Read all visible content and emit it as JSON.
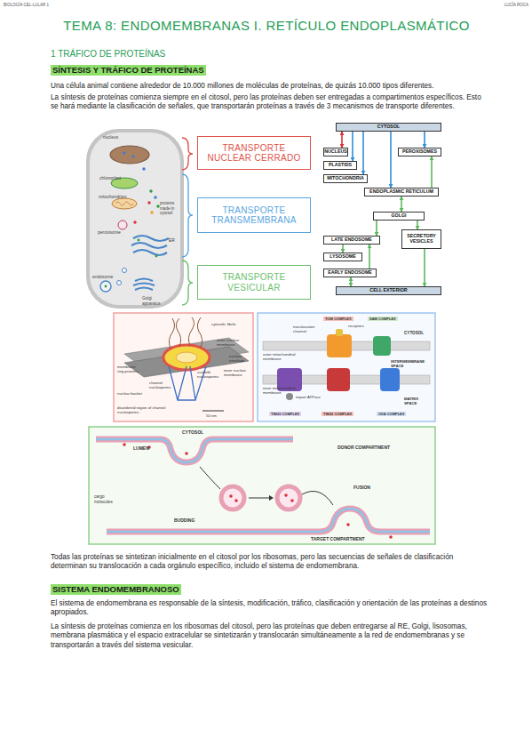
{
  "diagram": {
    "title": "TEMA 8: ENDOMEMBRANAS I. RETÍCULO ENDOPLASMÁTICO",
    "nodes": [
      {
        "text": [
          "TRANSPORTE NUCLEAR CERRADO"
        ]
      },
      {
        "text": [
          "TRANSPORTE TRANSMEMBRANA"
        ]
      },
      {
        "text": [
          "TRANSPORTE VESICULAR"
        ]
      },
      {
        "text": [
          "CYTOSOL"
        ]
      },
      {
        "text": [
          "NUCLEUS"
        ]
      },
      {
        "text": [
          "PEROXISOMES"
        ]
      },
      {
        "text": [
          "PLASTIDS"
        ]
      },
      {
        "text": [
          "MITOCHONDRIA"
        ]
      },
      {
        "text": [
          "ENDOPLASMIC RETICULUM"
        ]
      },
      {
        "text": [
          "GOLGI"
        ]
      },
      {
        "text": [
          "LATE ENDOSOME"
        ]
      },
      {
        "text": [
          "SECRETORY VESICLES"
        ]
      },
      {
        "text": [
          "LYSOSOME"
        ]
      },
      {
        "text": [
          "EARLY ENDOSOME"
        ]
      },
      {
        "text": [
          "CELL EXTERIOR"
        ]
      }
    ],
    "edges": [
      {
        "from": 3,
        "to": 4,
        "arrow": "both"
      },
      {
        "from": 3,
        "to": 6,
        "arrow": "to"
      },
      {
        "from": 3,
        "to": 7,
        "arrow": "to"
      },
      {
        "from": 3,
        "to": 5,
        "arrow": "to"
      },
      {
        "from": 3,
        "to": 8,
        "arrow": "to"
      },
      {
        "from": 8,
        "to": 9,
        "arrow": "both"
      },
      {
        "from": 9,
        "to": 10,
        "arrow": "to"
      },
      {
        "from": 9,
        "to": 11,
        "arrow": "to"
      },
      {
        "from": 10,
        "to": 12,
        "arrow": "to"
      },
      {
        "from": 13,
        "to": 10,
        "arrow": "to"
      },
      {
        "from": 14,
        "to": 13,
        "arrow": "both"
      },
      {
        "from": 11,
        "to": 14,
        "arrow": "to"
      },
      {
        "from": 8,
        "to": 5,
        "arrow": "to"
      }
    ],
    "labels": [
      "BIOLOGÍA CEL-LULAR 1",
      "LUCÍA ROCA",
      "1 TRÁFICO DE PROTEÍNAS",
      "SÍNTESIS Y TRÁFICO DE PROTEÍNAS",
      "Una célula animal contiene alrededor de 10.000 millones de moléculas de proteínas, de quizás 10.000 tipos diferentes.",
      "La síntesis de proteínas comienza siempre en el citosol, pero las proteínas deben ser entregadas a compartimentos específicos. Esto se hará mediante la clasificación de señales, que transportarán proteínas a través de 3 mecanismos de transporte diferentes.",
      "nucleus",
      "chloroplast",
      "mitochondrion",
      "proteins made in cytosol",
      "peroxisome",
      "ER",
      "endosome",
      "Golgi apparatus",
      "cytosolic fibrils",
      "outer nuclear membrane",
      "nuclear envelope",
      "scaffold nucleoporins",
      "inner nuclear membrane",
      "membrane ring proteins",
      "nuclear basket",
      "channel nucleoporins",
      "disordered region of channel nucleoporins",
      "50 nm",
      "TOM COMPLEX",
      "SAM COMPLEX",
      "receptors",
      "translocation channel",
      "CYTOSOL",
      "outer mitochondrial membrane",
      "INTERMEMBRANE SPACE",
      "inner mitochondrial membrane",
      "import ATPase",
      "MATRIX SPACE",
      "TIM23 COMPLEX",
      "TIM22 COMPLEX",
      "OXA COMPLEX",
      "CYTOSOL",
      "LUMEN",
      "DONOR COMPARTMENT",
      "FUSION",
      "cargo molecules",
      "BUDDING",
      "TARGET COMPARTMENT",
      "Todas las proteínas se sintetizan inicialmente en el citosol por los ribosomas, pero las secuencias de señales de clasificación determinan su translocación a cada orgánulo específico, incluido el sistema de endomembrana.",
      "SISTEMA ENDOMEMBRANOSO",
      "El sistema de endomembrana es responsable de la síntesis, modificación, tráfico, clasificación y orientación de las proteínas a destinos apropiados.",
      "La síntesis de proteínas comienza en los ribosomas del citosol, pero las proteínas que deben entregarse al RE, Golgi, lisosomas, membrana plasmática y el espacio extracelular se sintetizarán y translocarán simultáneamente a la red de endomembranas y se transportarán a través del sistema vesicular."
    ]
  }
}
